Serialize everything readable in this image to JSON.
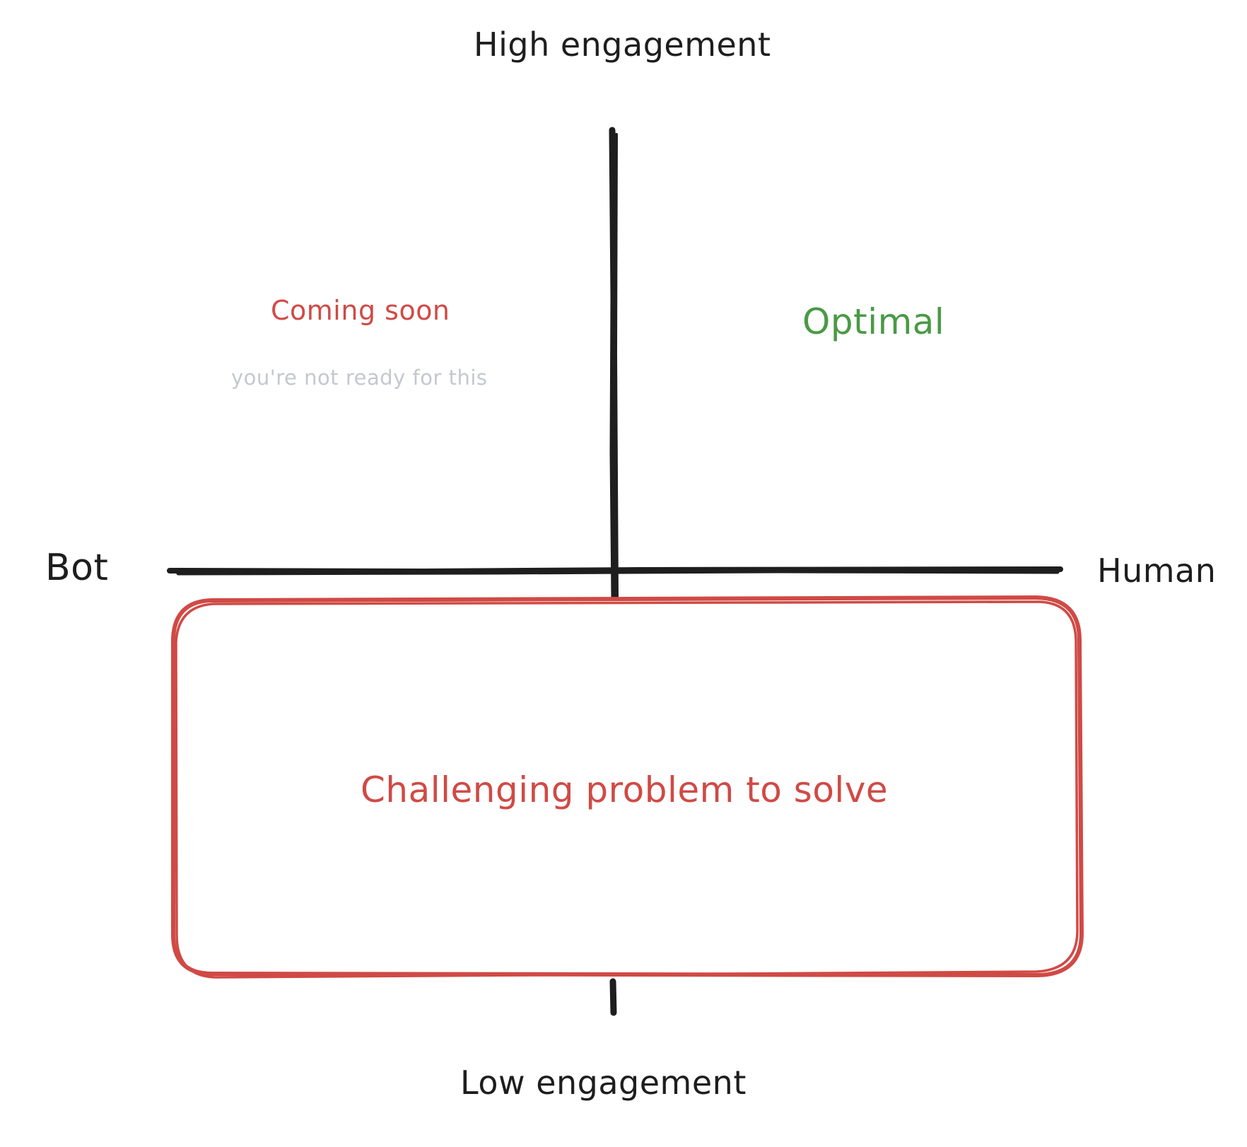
{
  "axes": {
    "top_label": "High engagement",
    "bottom_label": "Low engagement",
    "left_label": "Bot",
    "right_label": "Human",
    "axis_color": "#1e1e1e"
  },
  "quadrants": {
    "top_left": {
      "title": "Coming soon",
      "note": "you're not ready for this",
      "title_color": "#d04a45",
      "note_color": "#c4c8cf"
    },
    "top_right": {
      "title": "Optimal",
      "title_color": "#4a9a45"
    },
    "bottom": {
      "title": "Challenging problem to solve",
      "title_color": "#d04a45",
      "box_color": "#d04a45"
    }
  }
}
